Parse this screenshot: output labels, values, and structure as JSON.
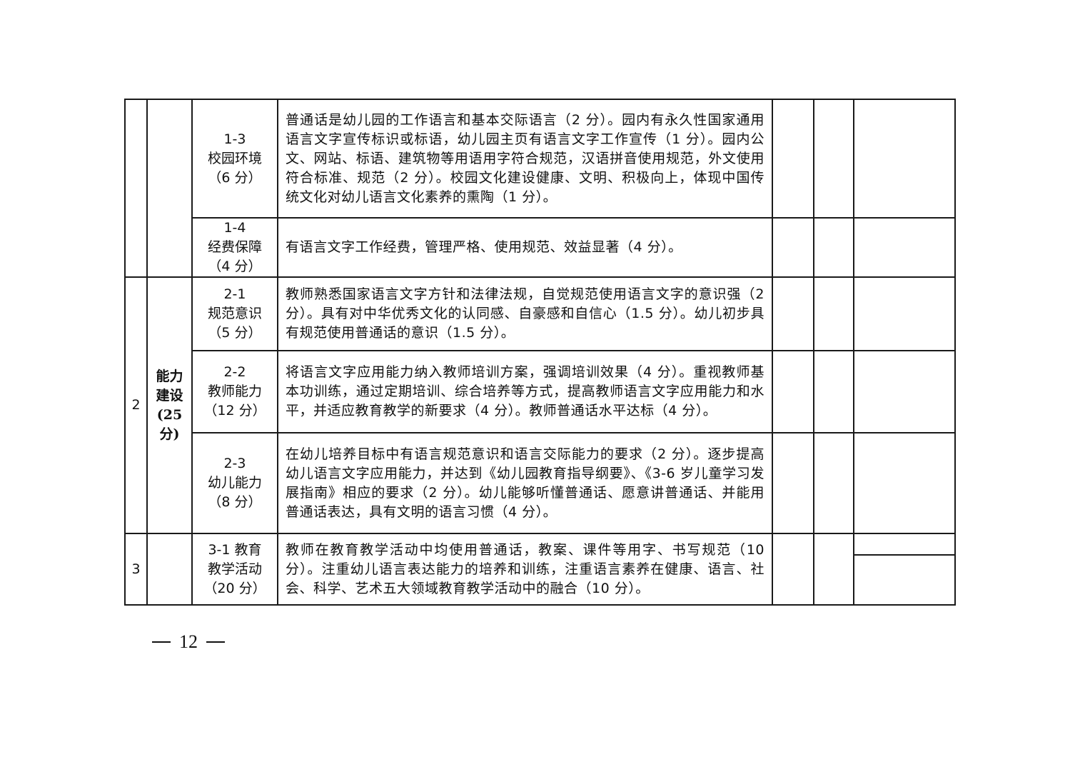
{
  "rows": [
    {
      "sub_code": "1-3",
      "sub_name": "校园环境",
      "sub_score": "（6 分）",
      "criteria": "普通话是幼儿园的工作语言和基本交际语言（2 分）。园内有永久性国家通用语言文字宣传标识或标语，幼儿园主页有语言文字工作宣传（1 分）。园内公文、网站、标语、建筑物等用语用字符合规范，汉语拼音使用规范，外文使用符合标准、规范（2 分）。校园文化建设健康、文明、积极向上，体现中国传统文化对幼儿语言文化素养的熏陶（1 分）。"
    },
    {
      "sub_code": "1-4",
      "sub_name": "经费保障",
      "sub_score": "（4 分）",
      "criteria": "有语言文字工作经费，管理严格、使用规范、效益显著（4 分）。"
    },
    {
      "sub_code": "2-1",
      "sub_name": "规范意识",
      "sub_score": "（5 分）",
      "criteria": "教师熟悉国家语言文字方针和法律法规，自觉规范使用语言文字的意识强（2 分）。具有对中华优秀文化的认同感、自豪感和自信心（1.5 分）。幼儿初步具有规范使用普通话的意识（1.5 分）。"
    },
    {
      "sub_code": "2-2",
      "sub_name": "教师能力",
      "sub_score": "（12 分）",
      "criteria": "将语言文字应用能力纳入教师培训方案，强调培训效果（4 分）。重视教师基本功训练，通过定期培训、综合培养等方式，提高教师语言文字应用能力和水平，并适应教育教学的新要求（4 分）。教师普通话水平达标（4 分）。"
    },
    {
      "sub_code": "2-3",
      "sub_name": "幼儿能力",
      "sub_score": "（8 分）",
      "criteria": "在幼儿培养目标中有语言规范意识和语言交际能力的要求（2 分）。逐步提高幼儿语言文字应用能力，并达到《幼儿园教育指导纲要》、《3-6 岁儿童学习发展指南》相应的要求（2 分）。幼儿能够听懂普通话、愿意讲普通话、并能用普通话表达，具有文明的语言习惯（4 分）。"
    },
    {
      "sub_code": "3-1 教育",
      "sub_name": "教学活动",
      "sub_score": "（20 分）",
      "criteria": "教师在教育教学活动中均使用普通话，教案、课件等用字、书写规范（10 分）。注重幼儿语言表达能力的培养和训练，注重语言素养在健康、语言、社会、科学、艺术五大领域教育教学活动中的融合（10 分）。"
    }
  ],
  "group2": {
    "number": "2",
    "dim_line1": "能力",
    "dim_line2": "建设",
    "dim_line3": "(25",
    "dim_line4": "分)"
  },
  "group3": {
    "number": "3"
  },
  "footer": {
    "page_number": "12"
  }
}
